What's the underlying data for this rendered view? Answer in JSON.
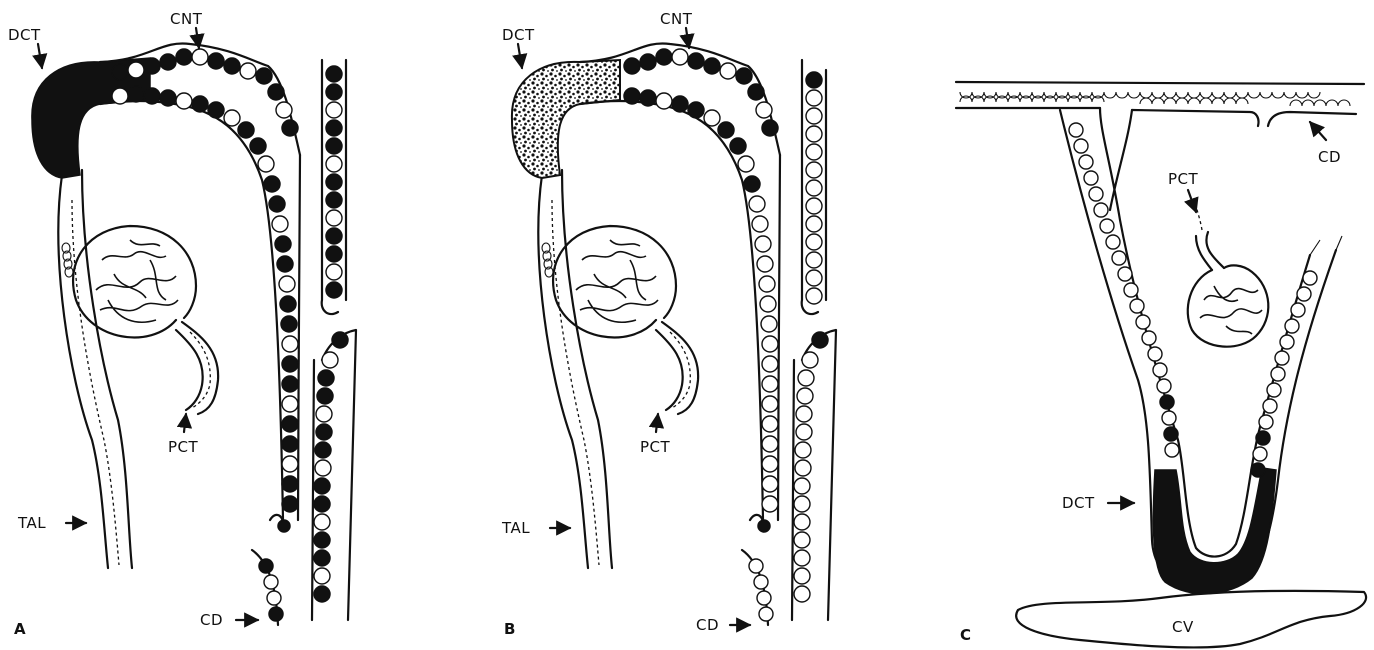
{
  "panels": [
    {
      "letter": "A",
      "labels": {
        "dct": "DCT",
        "cnt": "CNT",
        "pct": "PCT",
        "tal": "TAL",
        "cd": "CD"
      }
    },
    {
      "letter": "B",
      "labels": {
        "dct": "DCT",
        "cnt": "CNT",
        "pct": "PCT",
        "tal": "TAL",
        "cd": "CD"
      }
    },
    {
      "letter": "C",
      "labels": {
        "cd": "CD",
        "pct": "PCT",
        "dct": "DCT",
        "cv": "CV"
      }
    }
  ]
}
